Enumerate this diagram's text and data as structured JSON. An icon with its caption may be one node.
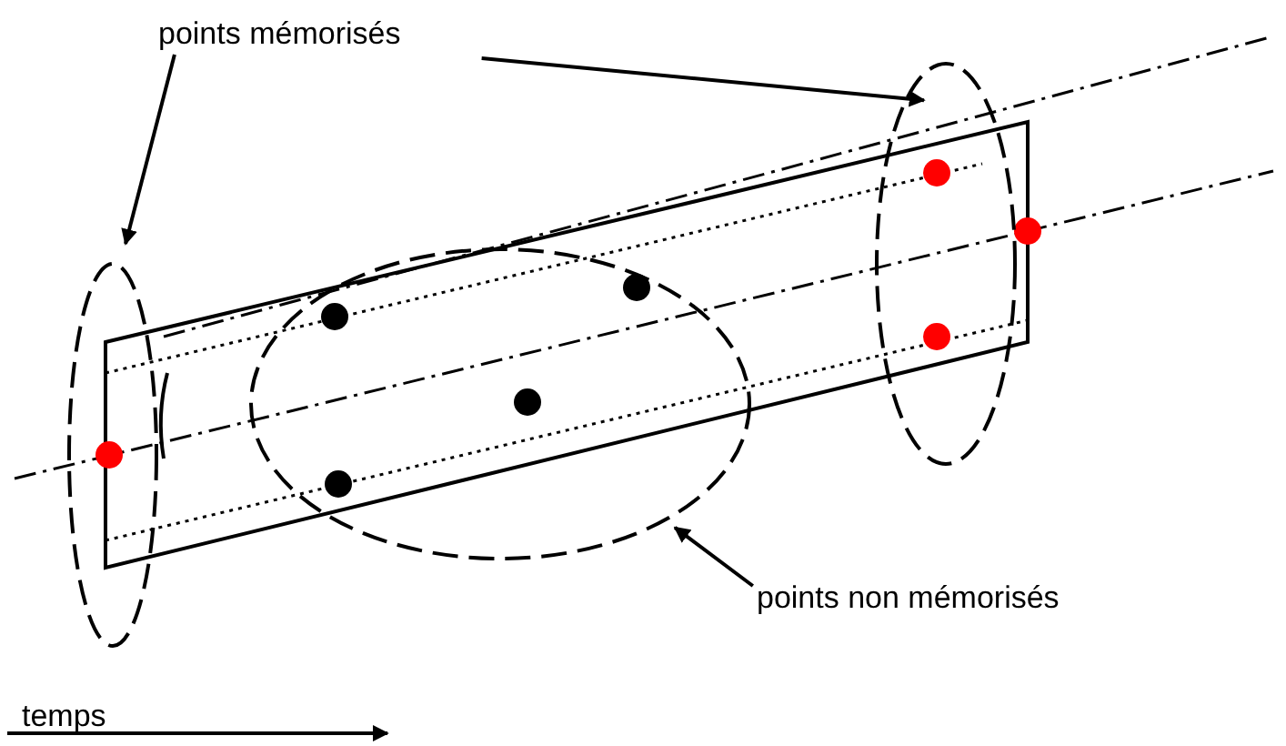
{
  "diagram": {
    "nodes": [
      {
        "text": [
          "points mémorisés"
        ]
      },
      {
        "text": [],
        "shape": "ellipse"
      },
      {
        "text": [],
        "shape": "ellipse"
      },
      {
        "text": [],
        "shape": "ellipse"
      },
      {
        "text": [
          "points non mémorisés"
        ]
      }
    ],
    "edges": [
      {
        "from": 0,
        "to": 1,
        "arrow": "to"
      },
      {
        "from": 0,
        "to": 3,
        "arrow": "to"
      },
      {
        "from": 4,
        "to": 2,
        "arrow": "to"
      }
    ],
    "labels": [
      "temps"
    ]
  }
}
